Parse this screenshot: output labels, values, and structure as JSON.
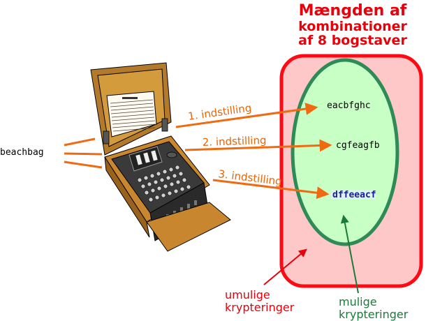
{
  "title": {
    "line1": "Mængden af",
    "line2": "kombinationer",
    "line3": "af 8 bogstaver"
  },
  "input_word": "beachbag",
  "settings": [
    {
      "label": "1. indstilling",
      "output": "eacbfghc"
    },
    {
      "label": "2. indstilling",
      "output": "cgfeagfb"
    },
    {
      "label": "3. indstilling",
      "output": "dffeeacf"
    }
  ],
  "regions": {
    "impossible_line1": "umulige",
    "impossible_line2": "krypteringer",
    "possible_line1": "mulige",
    "possible_line2": "krypteringer"
  },
  "colors": {
    "outer_fill": "#ffc8c8",
    "outer_stroke": "#ff0a14",
    "inner_fill": "#c8ffc4",
    "inner_stroke": "#2e8b57",
    "arrow_orange": "#f06a12",
    "arrow_red": "#e8000b",
    "arrow_green": "#1a7a3a"
  },
  "machine_note": "Enigma"
}
